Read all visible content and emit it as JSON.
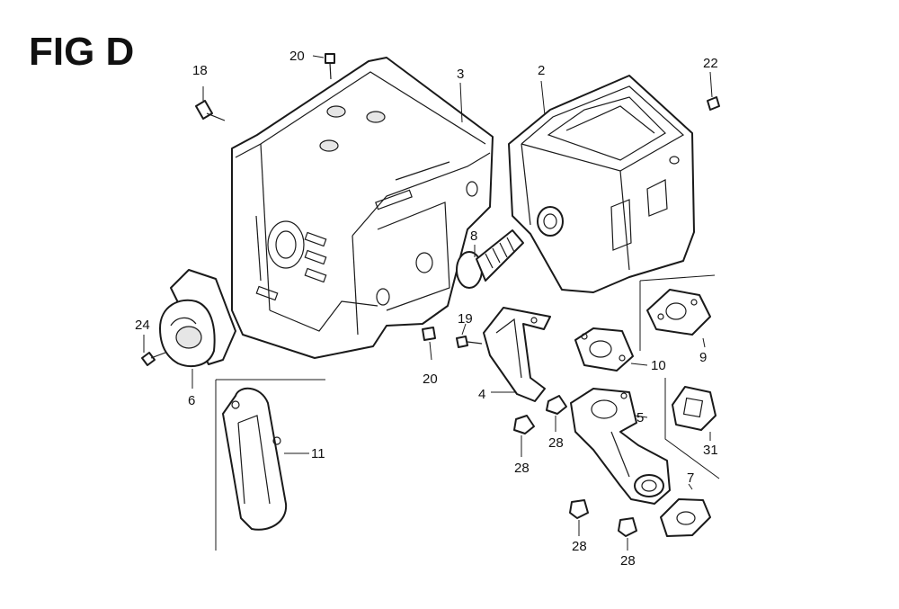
{
  "figure": {
    "title": "FIG D"
  },
  "callouts": {
    "c18": "18",
    "c20_top": "20",
    "c3": "3",
    "c2": "2",
    "c22": "22",
    "c8": "8",
    "c19": "19",
    "c24": "24",
    "c6": "6",
    "c20_bottom": "20",
    "c4": "4",
    "c10": "10",
    "c9": "9",
    "c5": "5",
    "c31": "31",
    "c11": "11",
    "c28_a": "28",
    "c28_b": "28",
    "c7": "7",
    "c28_c": "28",
    "c28_d": "28"
  },
  "colors": {
    "ink": "#1a1a1a",
    "paper": "#ffffff"
  }
}
